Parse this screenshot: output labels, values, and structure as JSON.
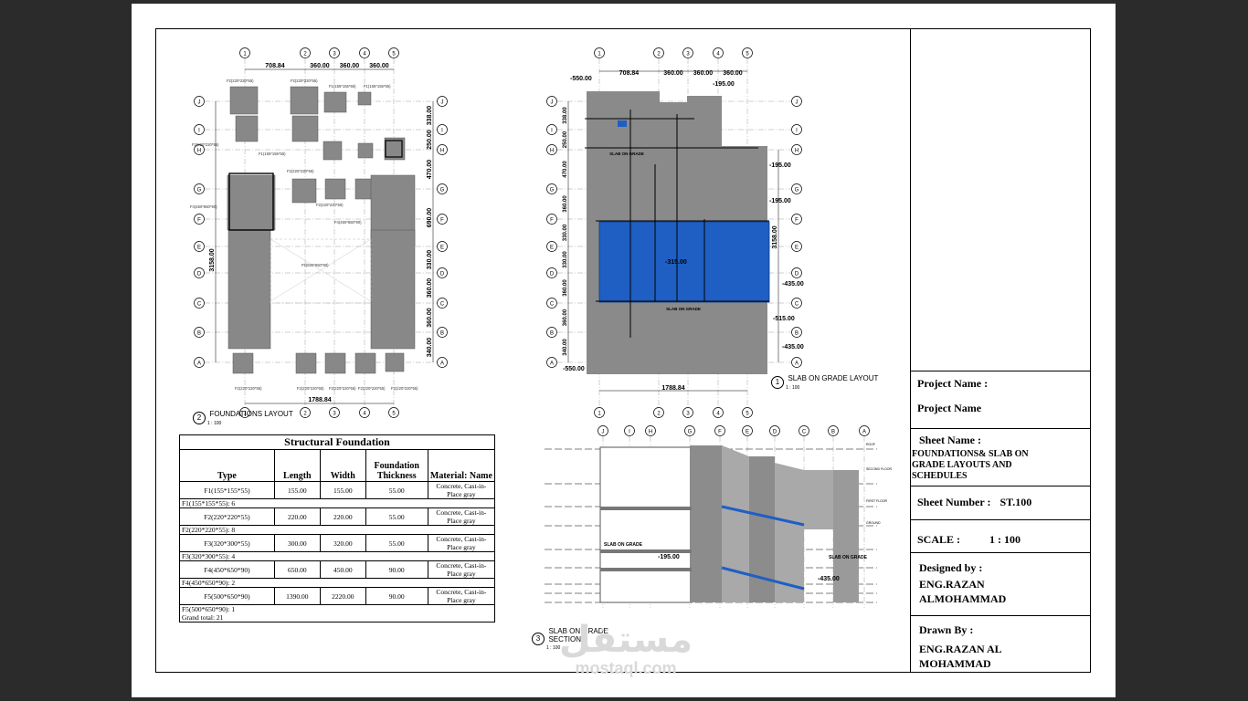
{
  "title_block": {
    "project_name_label": "Project Name :",
    "project_name_value": "Project Name",
    "sheet_name_label": "Sheet Name :",
    "sheet_name_value": "FOUNDATIONS& SLAB ON GRADE LAYOUTS AND SCHEDULES",
    "sheet_number_label": "Sheet Number :",
    "sheet_number_value": "ST.100",
    "scale_label": "SCALE :",
    "scale_value": "1 : 100",
    "designed_by_label": "Designed by :",
    "designed_by_value": "ENG.RAZAN ALMOHAMMAD",
    "drawn_by_label": "Drawn By :",
    "drawn_by_value": "ENG.RAZAN AL MOHAMMAD"
  },
  "views": {
    "foundations": {
      "number": "2",
      "title": "FOUNDATIONS LAYOUT",
      "scale": "1 : 100"
    },
    "slab_plan": {
      "number": "1",
      "title": "SLAB ON GRADE LAYOUT",
      "scale": "1 : 100"
    },
    "section": {
      "number": "3",
      "title": "SLAB ON GRADE SECTION",
      "scale": "1 : 100"
    }
  },
  "plan": {
    "col_grids": [
      "1",
      "2",
      "3",
      "4",
      "5"
    ],
    "row_grids": [
      "J",
      "I",
      "H",
      "G",
      "F",
      "E",
      "D",
      "C",
      "B",
      "A"
    ],
    "top_dims": [
      "708.84",
      "360.00",
      "360.00",
      "360.00"
    ],
    "total_dim": "1788.84",
    "height_dim": "3158.00",
    "right_dims": [
      "338.00",
      "250.00",
      "470.00",
      "690.00",
      "330.00",
      "360.00",
      "360.00",
      "340.00"
    ]
  },
  "foundation_labels": [
    "F2(220*220*55)",
    "F3(320*300*55)",
    "F1(155*155*55)",
    "F5(500*650*90)",
    "F4(450*650*90)"
  ],
  "slab_levels": [
    "-550.00",
    "-195.00",
    "-315.00",
    "-435.00",
    "-515.00"
  ],
  "slab_tags": [
    "SLAB ON GRADE",
    "SLAB ON GRADE"
  ],
  "schedule": {
    "title": "Structural Foundation",
    "headers": [
      "Type",
      "Length",
      "Width",
      "Foundation Thickness",
      "Material: Name"
    ],
    "rows": [
      {
        "type": "F1(155*155*55)",
        "length": "155.00",
        "width": "155.00",
        "thickness": "55.00",
        "material": "Concrete, Cast-in-Place gray",
        "count": "F1(155*155*55): 6"
      },
      {
        "type": "F2(220*220*55)",
        "length": "220.00",
        "width": "220.00",
        "thickness": "55.00",
        "material": "Concrete, Cast-in-Place gray",
        "count": "F2(220*220*55): 8"
      },
      {
        "type": "F3(320*300*55)",
        "length": "300.00",
        "width": "320.00",
        "thickness": "55.00",
        "material": "Concrete, Cast-in-Place gray",
        "count": "F3(320*300*55): 4"
      },
      {
        "type": "F4(450*650*90)",
        "length": "650.00",
        "width": "450.00",
        "thickness": "90.00",
        "material": "Concrete, Cast-in-Place gray",
        "count": "F4(450*650*90): 2"
      },
      {
        "type": "F5(500*650*90)",
        "length": "1390.00",
        "width": "2220.00",
        "thickness": "90.00",
        "material": "Concrete, Cast-in-Place gray",
        "count": "F5(500*650*90): 1"
      }
    ],
    "grand_total": "Grand total: 21"
  },
  "section": {
    "grids": [
      "J",
      "I",
      "H",
      "G",
      "F",
      "E",
      "D",
      "C",
      "B",
      "A"
    ],
    "level_names": [
      "ROOF",
      "SECOND FLOOR",
      "FIRST FLOOR",
      "GROUND"
    ],
    "levels": [
      "-195.00",
      "-435.00"
    ]
  },
  "watermark": {
    "arabic": "مستقل",
    "latin": "mostaql.com"
  }
}
